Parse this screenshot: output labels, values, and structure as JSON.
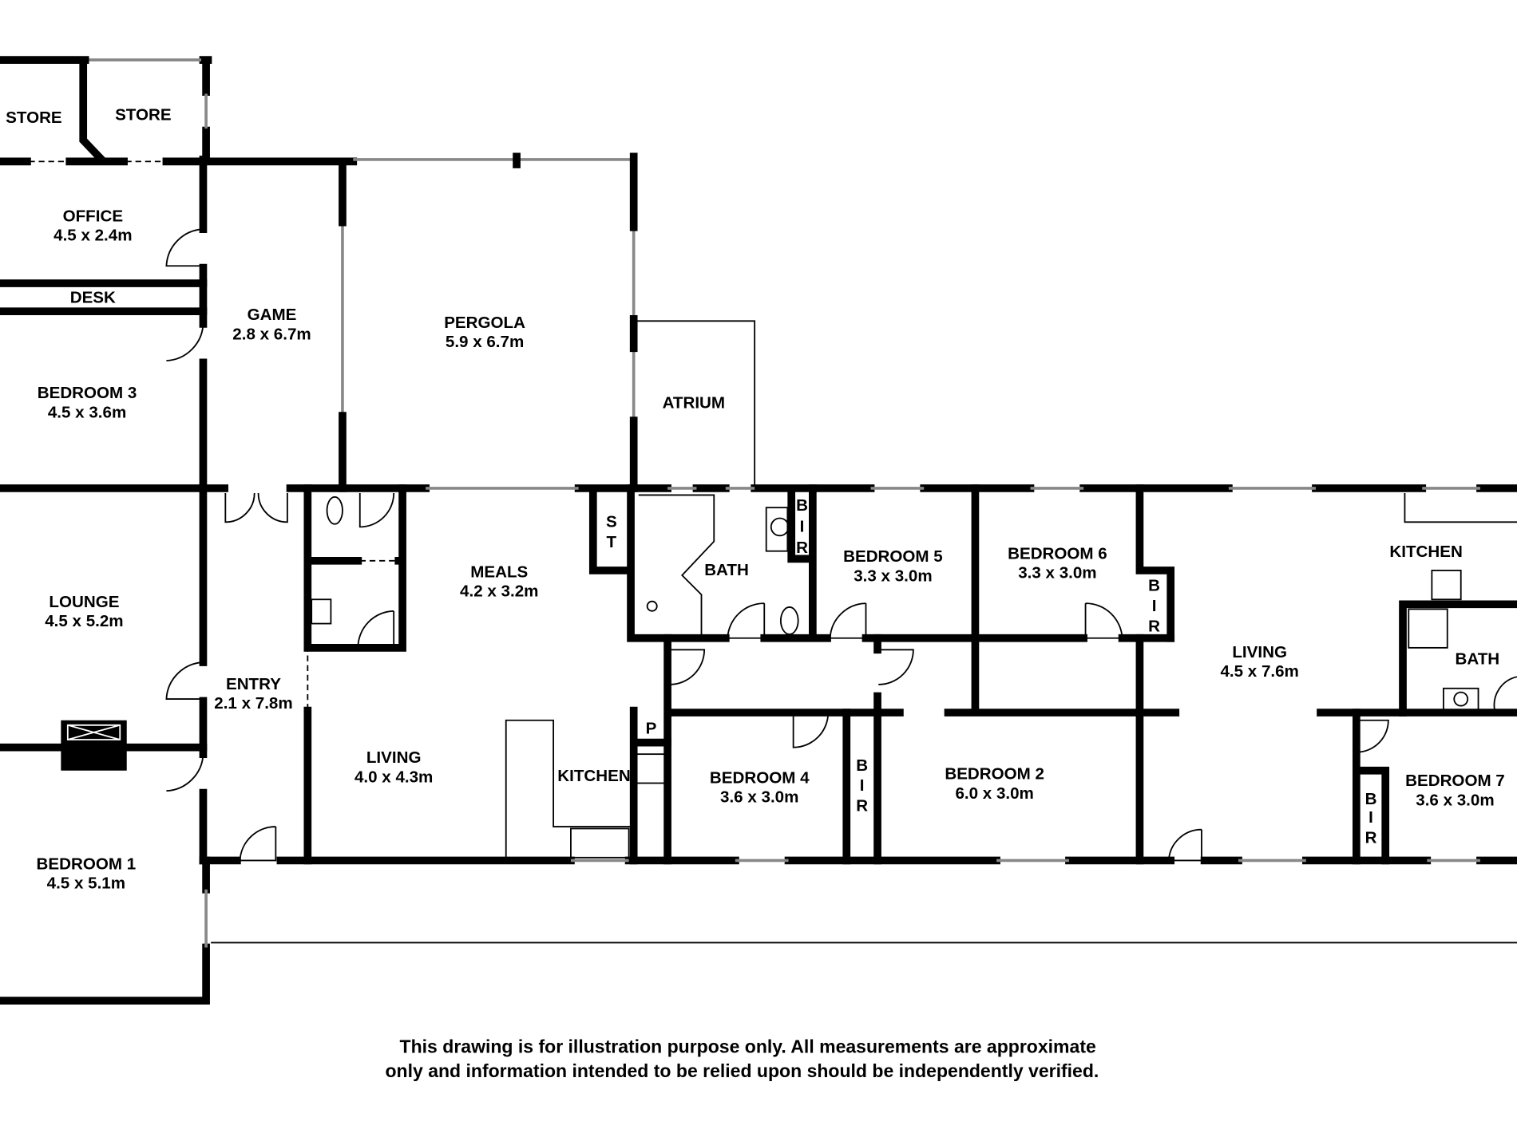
{
  "rooms": [
    {
      "name": "STORE",
      "size": ""
    },
    {
      "name": "STORE",
      "size": ""
    },
    {
      "name": "OFFICE",
      "size": "4.5 x 2.4m"
    },
    {
      "name": "DESK",
      "size": ""
    },
    {
      "name": "GAME",
      "size": "2.8 x 6.7m"
    },
    {
      "name": "PERGOLA",
      "size": "5.9 x 6.7m"
    },
    {
      "name": "ATRIUM",
      "size": ""
    },
    {
      "name": "BEDROOM 3",
      "size": "4.5 x 3.6m"
    },
    {
      "name": "LOUNGE",
      "size": "4.5 x 5.2m"
    },
    {
      "name": "ENTRY",
      "size": "2.1 x 7.8m"
    },
    {
      "name": "MEALS",
      "size": "4.2 x 3.2m"
    },
    {
      "name": "LIVING",
      "size": "4.0 x 4.3m"
    },
    {
      "name": "KITCHEN",
      "size": ""
    },
    {
      "name": "BATH",
      "size": ""
    },
    {
      "name": "BEDROOM 5",
      "size": "3.3 x 3.0m"
    },
    {
      "name": "BEDROOM 6",
      "size": "3.3 x 3.0m"
    },
    {
      "name": "BEDROOM 4",
      "size": "3.6 x 3.0m"
    },
    {
      "name": "BEDROOM 2",
      "size": "6.0 x 3.0m"
    },
    {
      "name": "LIVING",
      "size": "4.5 x 7.6m"
    },
    {
      "name": "KITCHEN",
      "size": ""
    },
    {
      "name": "BATH",
      "size": ""
    },
    {
      "name": "BEDROOM 7",
      "size": "3.6 x 3.0m"
    },
    {
      "name": "BEDROOM 1",
      "size": "4.5 x 5.1m"
    }
  ],
  "small_labels": {
    "st": [
      "S",
      "T"
    ],
    "bir": [
      "B",
      "I",
      "R"
    ],
    "pantry": "P"
  },
  "disclaimer": [
    "This drawing is for illustration purpose only. All measurements are approximate",
    "only and information intended to be relied upon should be independently verified."
  ]
}
